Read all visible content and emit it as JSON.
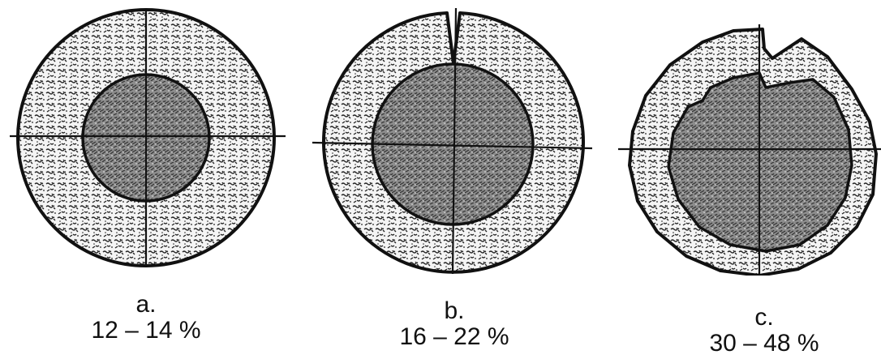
{
  "figures": [
    {
      "letter": "a.",
      "range": "12 – 14 %"
    },
    {
      "letter": "b.",
      "range": "16 – 22 %"
    },
    {
      "letter": "c.",
      "range": "30 – 48 %"
    }
  ],
  "colors": {
    "ink": "#111111",
    "outer_fill": "#f2f2f2",
    "core_fill": "#9a9a9a"
  }
}
